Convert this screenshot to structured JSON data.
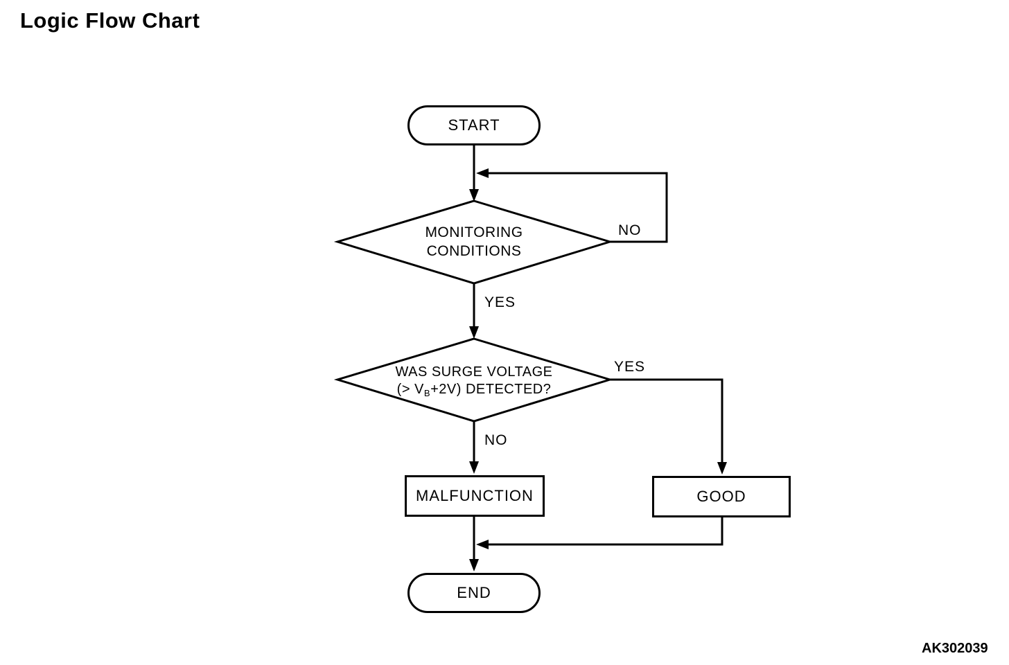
{
  "title": "Logic Flow Chart",
  "figure_code": "AK302039",
  "flowchart": {
    "nodes": {
      "start": {
        "type": "terminator",
        "label": "START"
      },
      "monitoring": {
        "type": "decision",
        "label_line1": "MONITORING",
        "label_line2": "CONDITIONS"
      },
      "surge": {
        "type": "decision",
        "label_line1": "WAS SURGE VOLTAGE",
        "label_line2_prefix": "(> V",
        "label_line2_sub": "B",
        "label_line2_suffix": "+2V) DETECTED?"
      },
      "malfunction": {
        "type": "process",
        "label": "MALFUNCTION"
      },
      "good": {
        "type": "process",
        "label": "GOOD"
      },
      "end": {
        "type": "terminator",
        "label": "END"
      }
    },
    "edge_labels": {
      "monitoring_no": "NO",
      "monitoring_yes": "YES",
      "surge_yes": "YES",
      "surge_no": "NO"
    },
    "colors": {
      "line": "#000000",
      "background": "#ffffff"
    }
  }
}
